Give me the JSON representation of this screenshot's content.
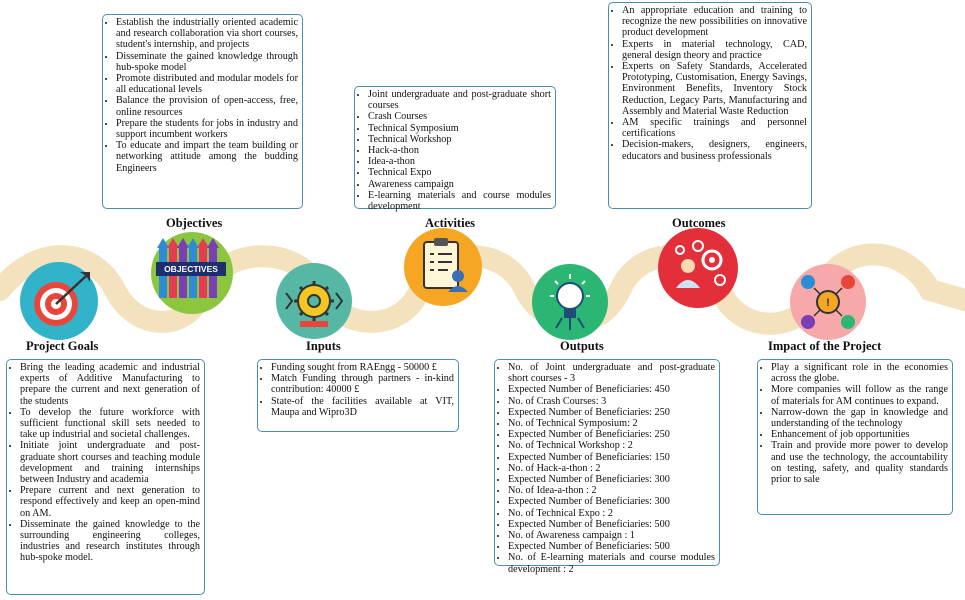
{
  "stages": {
    "goals": {
      "title": "Project Goals",
      "items": [
        "Bring the leading academic and industrial experts of Additive Manufacturing to prepare the current and next generation of the students",
        "To develop the future workforce with sufficient functional skill sets needed to take up industrial and societal challenges.",
        "Initiate joint undergraduate and post-graduate short courses and teaching module development and training internships between Industry and academia",
        "Prepare current and next generation to respond effectively and keep an open-mind on AM.",
        "Disseminate the gained knowledge to the surrounding engineering colleges, industries and research institutes through hub-spoke model."
      ]
    },
    "objectives": {
      "title": "Objectives",
      "icon_text": "OBJECTIVES",
      "items": [
        "Establish the industrially oriented academic and research collaboration via short courses, student's internship, and projects",
        "Disseminate the gained knowledge through hub-spoke model",
        "Promote distributed and modular models for all educational levels",
        "Balance the provision of open-access, free, online resources",
        "Prepare the students for jobs in industry and support incumbent workers",
        "To educate and impart the team building or networking attitude among the budding Engineers"
      ]
    },
    "inputs": {
      "title": "Inputs",
      "items": [
        "Funding sought from RAEngg - 50000 £",
        "Match Funding through partners - in-kind contribution: 40000 £",
        "State-of the facilities available at VIT, Maupa and Wipro3D"
      ]
    },
    "activities": {
      "title": "Activities",
      "items": [
        "Joint undergraduate and post-graduate short courses",
        "Crash Courses",
        "Technical Symposium",
        "Technical Workshop",
        "Hack-a-thon",
        "Idea-a-thon",
        "Technical Expo",
        "Awareness campaign",
        "E-learning materials and course modules development"
      ]
    },
    "outputs": {
      "title": "Outputs",
      "items": [
        "No. of Joint undergraduate and post-graduate short courses - 3",
        "Expected Number of Beneficiaries: 450",
        "No. of Crash Courses: 3",
        "Expected Number of Beneficiaries: 250",
        "No. of Technical Symposium: 2",
        "Expected Number of Beneficiaries: 250",
        "No. of Technical Workshop : 2",
        "Expected Number of Beneficiaries: 150",
        "No. of Hack-a-thon : 2",
        "Expected Number of Beneficiaries: 300",
        "No. of Idea-a-thon : 2",
        "Expected Number of Beneficiaries: 300",
        "No. of Technical Expo : 2",
        "Expected Number of Beneficiaries: 500",
        "No. of Awareness campaign : 1",
        "Expected Number of Beneficiaries: 500",
        "No. of E-learning materials and course modules development : 2"
      ]
    },
    "outcomes": {
      "title": "Outcomes",
      "items": [
        "An appropriate education and training to recognize the new possibilities on innovative product development",
        "Experts in material technology, CAD, general design theory and practice",
        "Experts on Safety Standards, Accelerated Prototyping, Customisation, Energy Savings, Environment Benefits, Inventory Stock Reduction, Legacy Parts, Manufacturing and Assembly and Material Waste Reduction",
        "AM specific trainings and personnel certifications",
        "Decision-makers, designers, engineers, educators and business professionals"
      ]
    },
    "impact": {
      "title": "Impact of the Project",
      "items": [
        "Play a significant role in the economies across the globe.",
        "More companies will follow as the range of materials for AM continues to expand.",
        "Narrow-down the gap in knowledge and understanding of the technology",
        "Enhancement of job opportunities",
        "Train and provide more power to develop and use the technology, the accountability on testing, safety, and quality standards prior to sale"
      ]
    }
  },
  "colors": {
    "wave": "#f3e2bd",
    "box_border": "#4a8fb0",
    "goals_circle": "#33b3c9",
    "objectives_circle": "#8cc63f",
    "inputs_circle": "#56b8a4",
    "activities_circle": "#f5a623",
    "outputs_circle": "#2bb673",
    "outcomes_circle": "#e32f3a",
    "impact_circle": "#f7a8a8"
  },
  "icons": [
    "target-icon",
    "objectives-arrows-icon",
    "gear-process-icon",
    "clipboard-person-icon",
    "lightbulb-icon",
    "person-gears-icon",
    "impact-network-icon"
  ]
}
